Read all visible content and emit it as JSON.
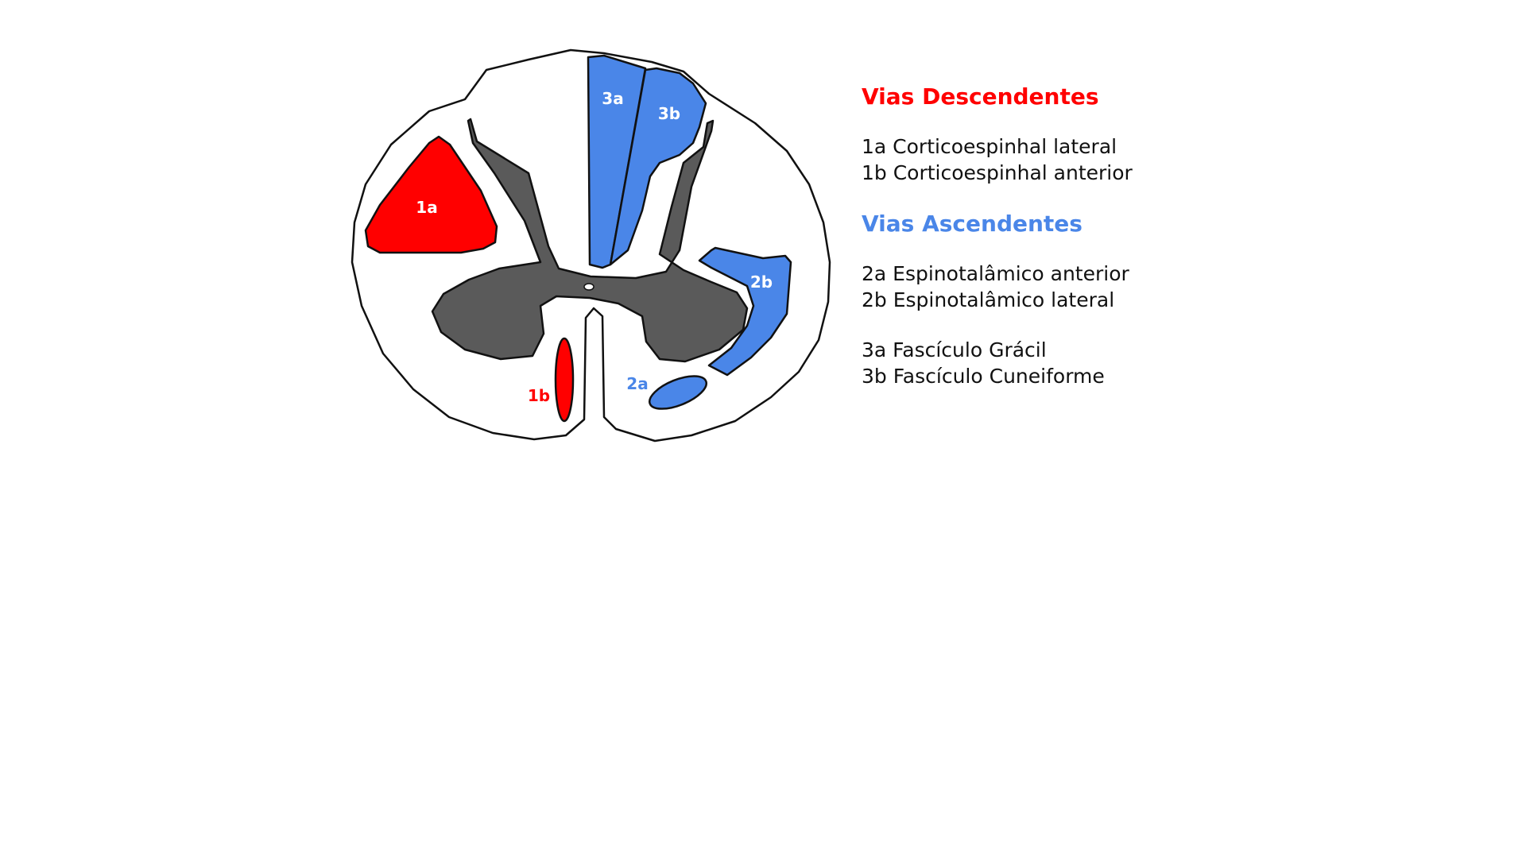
{
  "colors": {
    "descending": "#ff0000",
    "ascending": "#4a86e8",
    "gray_matter": "#5a5a5a",
    "white_matter": "#ffffff",
    "outline": "#111111",
    "text": "#111111"
  },
  "regions": {
    "r1a": {
      "label": "1a"
    },
    "r1b": {
      "label": "1b"
    },
    "r2a": {
      "label": "2a"
    },
    "r2b": {
      "label": "2b"
    },
    "r3a": {
      "label": "3a"
    },
    "r3b": {
      "label": "3b"
    }
  },
  "legend": {
    "descending": {
      "heading": "Vias Descendentes",
      "items": [
        "1a Corticoespinhal lateral",
        "1b Corticoespinhal anterior"
      ]
    },
    "ascending": {
      "heading": "Vias Ascendentes",
      "groups": [
        [
          "2a Espinotalâmico anterior",
          "2b Espinotalâmico lateral"
        ],
        [
          "3a Fascículo Grácil",
          "3b Fascículo Cuneiforme"
        ]
      ]
    }
  }
}
